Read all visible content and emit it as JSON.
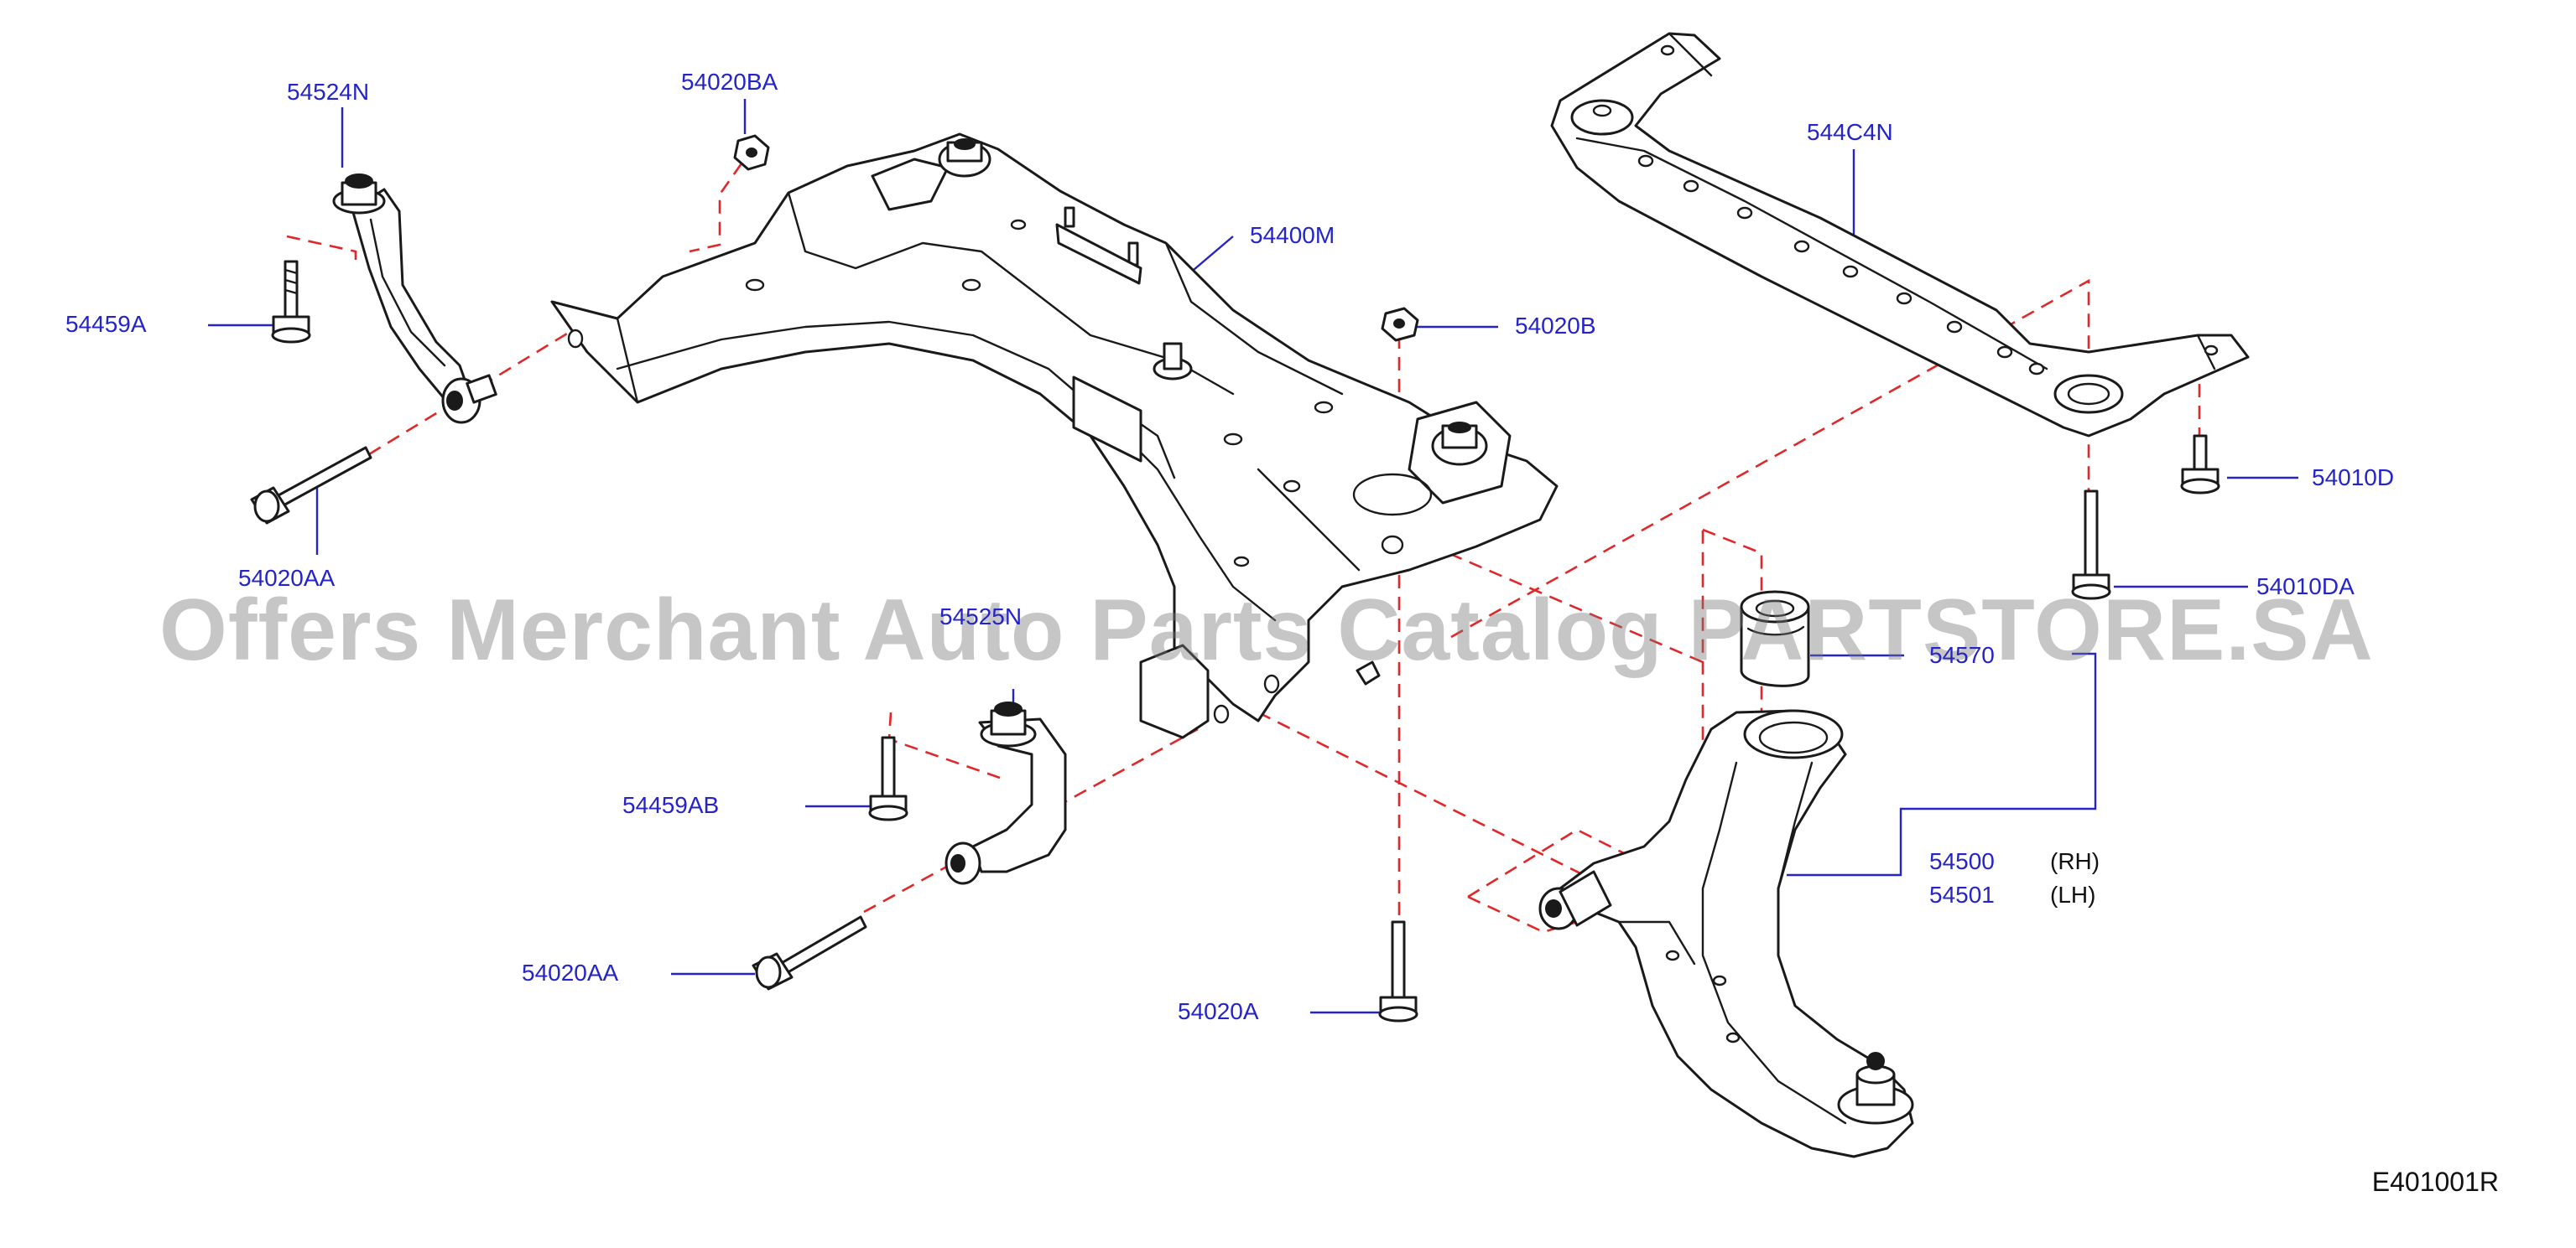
{
  "diagram": {
    "drawing_code": "E401001R",
    "watermark": "Offers Merchant Auto Parts Catalog PARTSTORE.SA",
    "colors": {
      "label": "#2424c8",
      "dashed_line": "#e0282a",
      "line_art": "#1a1a1a",
      "watermark": "#8c8c8c"
    },
    "callouts": {
      "p54524N": "54524N",
      "p54020BA": "54020BA",
      "p54459A": "54459A",
      "p54020AA_upper": "54020AA",
      "p54400M": "54400M",
      "p54020B": "54020B",
      "p544C4N": "544C4N",
      "p54010D": "54010D",
      "p54010DA": "54010DA",
      "p54525N": "54525N",
      "p54459AB": "54459AB",
      "p54020AA_lower": "54020AA",
      "p54020A": "54020A",
      "p54570": "54570",
      "p54500": "54500",
      "p54500_side": "(RH)",
      "p54501": "54501",
      "p54501_side": "(LH)"
    }
  }
}
